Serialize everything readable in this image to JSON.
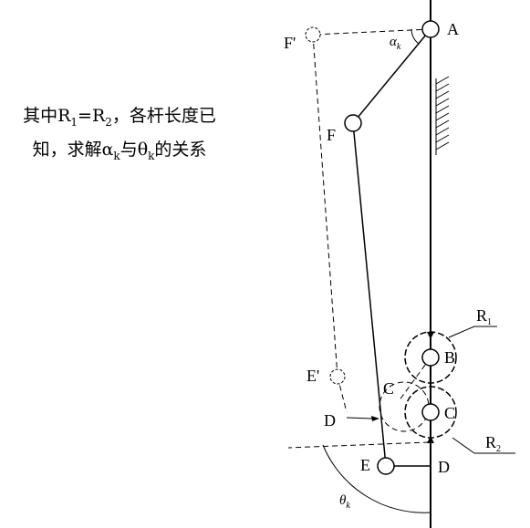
{
  "note": {
    "line1_prefix": "其中R",
    "r1_sub": "1",
    "eq": "=R",
    "r2_sub": "2",
    "line1_suffix": "，各杆长度已",
    "line2_prefix": "知，求解α",
    "alpha_sub": "k",
    "line2_mid": "与θ",
    "theta_sub": "k",
    "line2_suffix": "的关系"
  },
  "labels": {
    "A": "A",
    "F": "F",
    "F_prime": "F'",
    "E": "E",
    "E_prime": "E'",
    "D_bottom": "D",
    "D_left": "D",
    "B": "B",
    "C_right": "C",
    "C_dashed": "C",
    "R1": "R",
    "R1_sub": "1",
    "R2": "R",
    "R2_sub": "2",
    "alpha": "α",
    "alpha_sub": "k",
    "theta": "θ",
    "theta_sub": "k"
  }
}
